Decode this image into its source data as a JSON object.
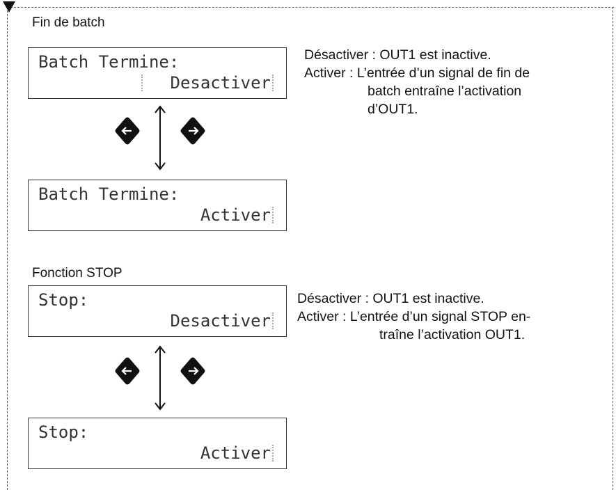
{
  "section1": {
    "title": "Fin de batch",
    "lcd_a": {
      "line1": "Batch Termine:",
      "line2": "Desactiver"
    },
    "lcd_b": {
      "line1": "Batch Termine:",
      "line2": "Activer"
    },
    "description": {
      "line1": "Désactiver : OUT1 est inactive.",
      "line2": "Activer : L’entrée d’un signal de fin de",
      "line3": "batch entraîne l’activation",
      "line4": "d’OUT1."
    }
  },
  "section2": {
    "title": "Fonction STOP",
    "lcd_a": {
      "line1": "Stop:",
      "line2": "Desactiver"
    },
    "lcd_b": {
      "line1": "Stop:",
      "line2": "Activer"
    },
    "description": {
      "line1": "Désactiver : OUT1  est  inactive.",
      "line2": "Activer : L’entrée d’un signal STOP en-",
      "line3": "traîne l’activation OUT1."
    }
  },
  "icons": {
    "left_key": "left-arrow-diamond-icon",
    "right_key": "right-arrow-diamond-icon",
    "toggle": "up-down-arrow-icon"
  }
}
